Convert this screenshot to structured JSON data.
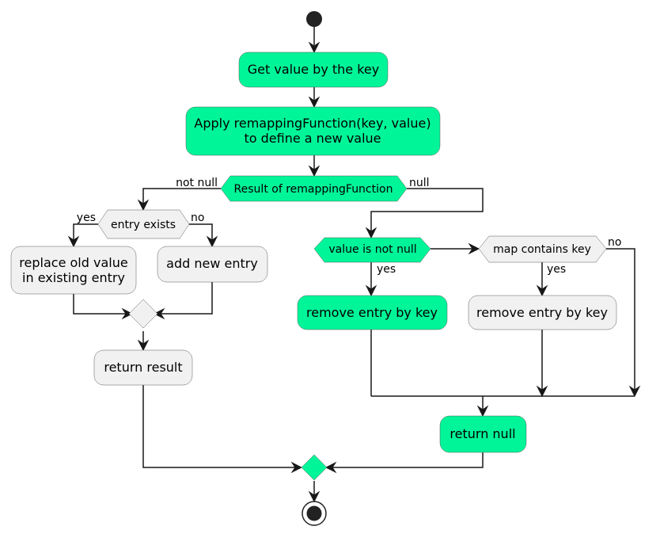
{
  "colors": {
    "highlight": "#00F598",
    "neutral": "#F1F1F1",
    "border": "#181818",
    "node_stroke": "#5A5A5A"
  },
  "nodes": {
    "get_value": "Get value by the key",
    "apply_line1": "Apply remappingFunction(key, value)",
    "apply_line2": "to define a new value",
    "result_decision": "Result of remappingFunction",
    "entry_exists": "entry exists",
    "replace_line1": "replace old value",
    "replace_line2": "in existing entry",
    "add_new": "add new entry",
    "return_result": "return result",
    "value_not_null": "value is not null",
    "map_contains": "map contains key",
    "remove_entry_1": "remove entry by key",
    "remove_entry_2": "remove entry by key",
    "return_null": "return null"
  },
  "labels": {
    "not_null": "not null",
    "null": "null",
    "yes_entry": "yes",
    "no_entry": "no",
    "yes_value": "yes",
    "yes_map": "yes",
    "no_map": "no"
  }
}
